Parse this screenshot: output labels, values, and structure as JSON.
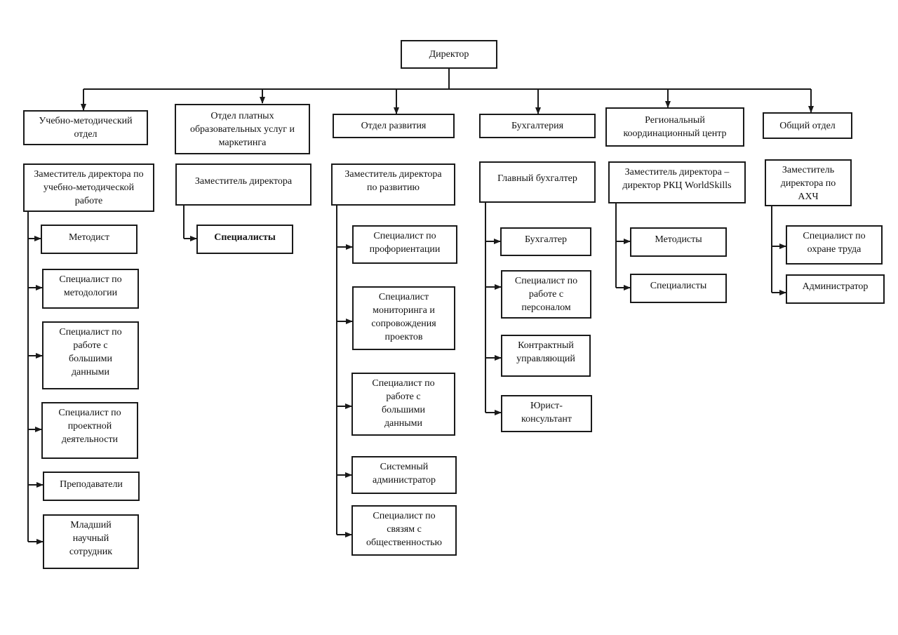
{
  "director": "Директор",
  "departments": [
    {
      "name": "Учебно-методический\nотдел",
      "head": "Заместитель директора по\nучебно-методической\nработе",
      "staff": [
        "Методист",
        "Специалист по\nметодологии",
        "Специалист по\nработе с\nбольшими\nданными",
        "Специалист по\nпроектной\nдеятельности",
        "Преподаватели",
        "Младший\nнаучный\nсотрудник"
      ]
    },
    {
      "name": "Отдел платных\nобразовательных услуг и\nмаркетинга",
      "head": "Заместитель директора",
      "staff": [
        "Специалисты"
      ]
    },
    {
      "name": "Отдел развития",
      "head": "Заместитель директора\nпо развитию",
      "staff": [
        "Специалист по\nпрофориентации",
        "Специалист\nмониторинга и\nсопровождения\nпроектов",
        "Специалист по\nработе с\nбольшими\nданными",
        "Системный\nадминистратор",
        "Специалист по\nсвязям с\nобщественностью"
      ]
    },
    {
      "name": "Бухгалтерия",
      "head": "Главный бухгалтер",
      "staff": [
        "Бухгалтер",
        "Специалист по\nработе с\nперсоналом",
        "Контрактный\nуправляющий",
        "Юрист-\nконсультант"
      ]
    },
    {
      "name": "Региональный\nкоординационный центр",
      "head": "Заместитель директора –\nдиректор РКЦ WorldSkills",
      "staff": [
        "Методисты",
        "Специалисты"
      ]
    },
    {
      "name": "Общий отдел",
      "head": "Заместитель\nдиректора по\nАХЧ",
      "staff": [
        "Специалист по\nохране труда",
        "Администратор"
      ]
    }
  ]
}
